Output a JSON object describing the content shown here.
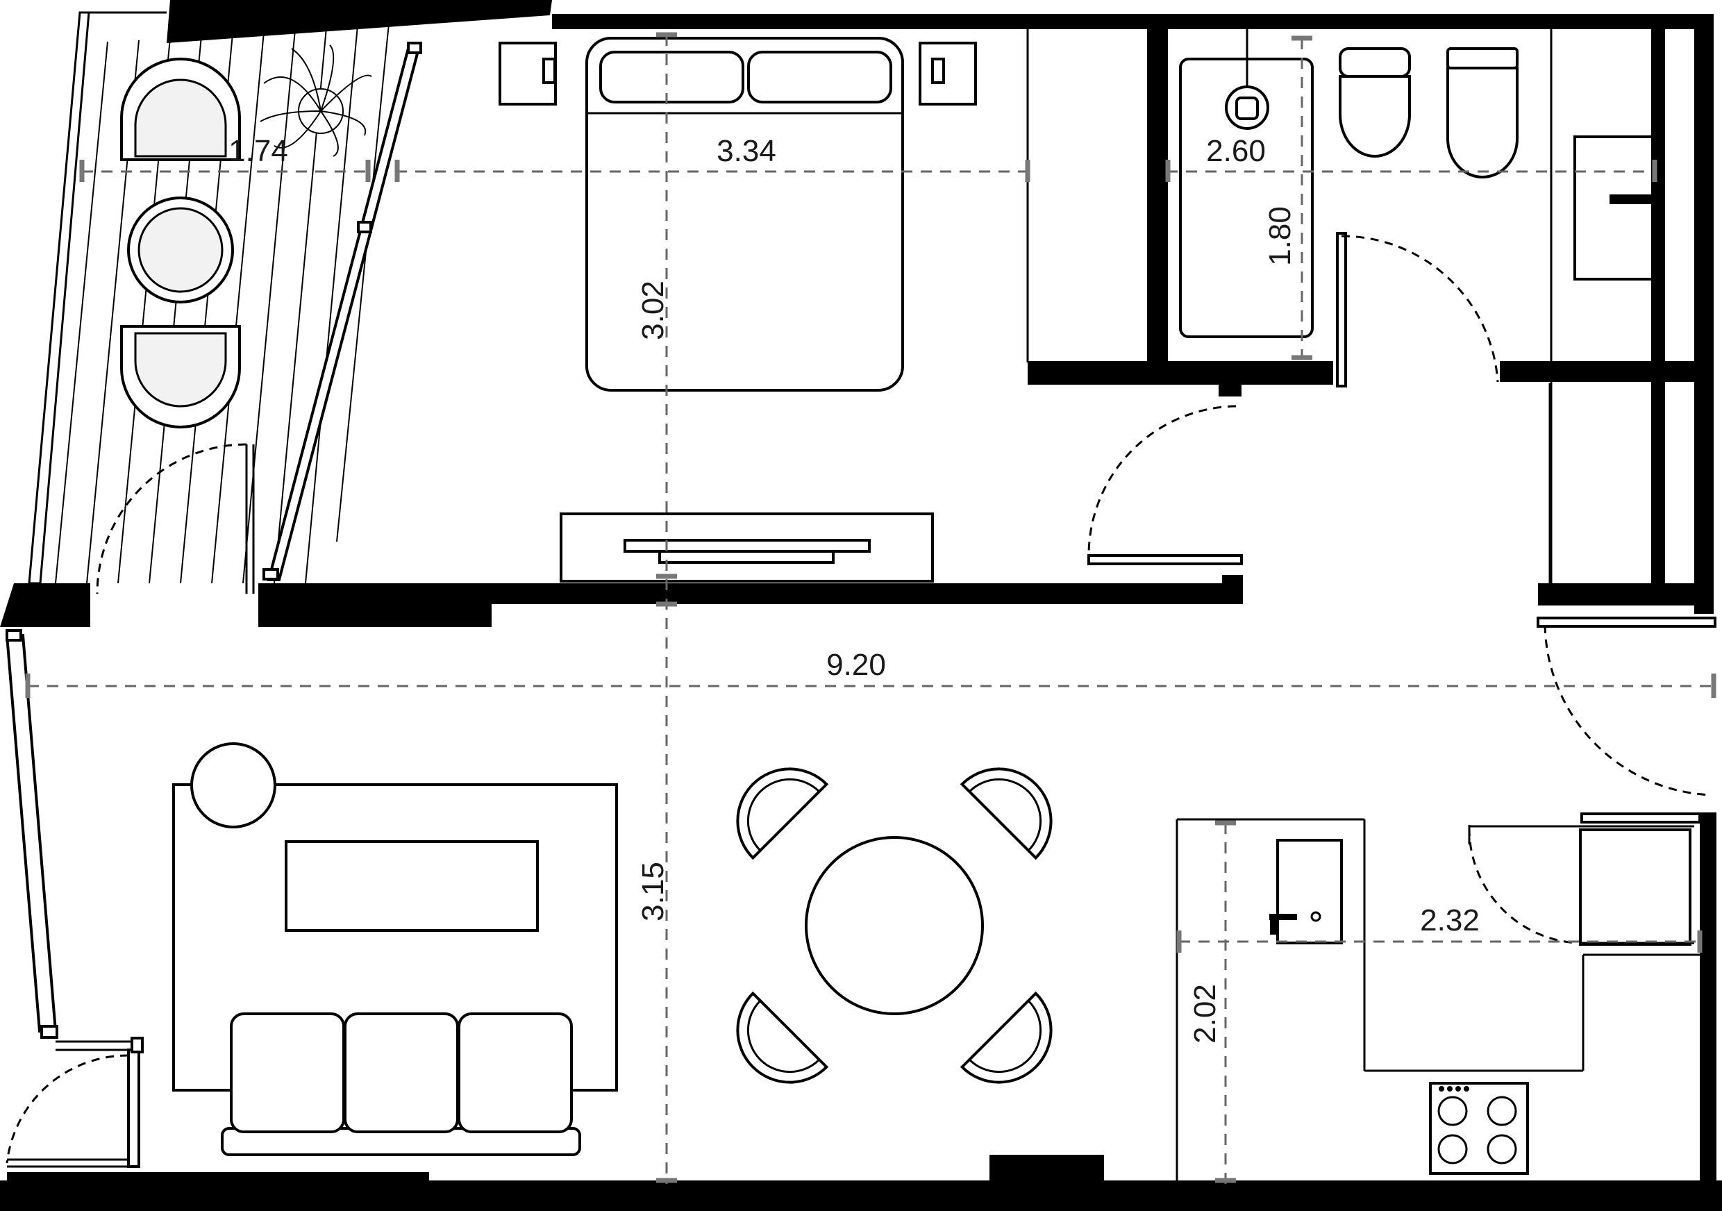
{
  "plan": {
    "dimensions": {
      "balcony_width": "1.74",
      "bedroom_width": "3.34",
      "bedroom_depth": "3.02",
      "bathroom_width": "2.60",
      "bathtub_length": "1.80",
      "apartment_length": "9.20",
      "living_depth": "3.15",
      "kitchen_width": "2.32",
      "kitchen_depth": "2.02"
    },
    "colors": {
      "wall": "#000000",
      "dimension_line": "#666666",
      "chair_fill": "#f2f2f2",
      "background": "#ffffff"
    }
  }
}
